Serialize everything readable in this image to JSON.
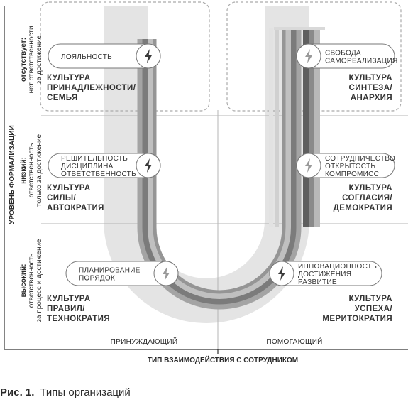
{
  "axes": {
    "y_title": "УРОВЕНЬ ФОРМАЛИЗАЦИИ",
    "x_title": "ТИП ВЗАИМОДЕЙСТВИЯ С СОТРУДНИКОМ",
    "x_left": "ПРИНУЖДАЮЩИЙ",
    "x_right": "ПОМОГАЮЩИЙ"
  },
  "rows": [
    {
      "bold": "отсутствует:",
      "l2": "нет ответственности",
      "l3": "за достижение"
    },
    {
      "bold": "низкий:",
      "l2": "ответственность",
      "l3": "только за достижение"
    },
    {
      "bold": "высокий:",
      "l2": "ответственность",
      "l3": "за процесс и достижение"
    }
  ],
  "cultures": [
    {
      "lines": [
        "КУЛЬТУРА",
        "ПРИНАДЛЕЖНОСТИ/",
        "СЕМЬЯ"
      ]
    },
    {
      "lines": [
        "КУЛЬТУРА",
        "СИНТЕЗА/",
        "АНАРХИЯ"
      ]
    },
    {
      "lines": [
        "КУЛЬТУРА",
        "СИЛЫ/",
        "АВТОКРАТИЯ"
      ]
    },
    {
      "lines": [
        "КУЛЬТУРА",
        "СОГЛАСИЯ/",
        "ДЕМОКРАТИЯ"
      ]
    },
    {
      "lines": [
        "КУЛЬТУРА",
        "ПРАВИЛ/",
        "ТЕХНОКРАТИЯ"
      ]
    },
    {
      "lines": [
        "КУЛЬТУРА",
        "УСПЕХА/",
        "МЕРИТОКРАТИЯ"
      ]
    }
  ],
  "pills": [
    {
      "lines": [
        "ЛОЯЛЬНОСТЬ"
      ]
    },
    {
      "lines": [
        "СВОБОДА",
        "САМОРЕАЛИЗАЦИЯ"
      ]
    },
    {
      "lines": [
        "РЕШИТЕЛЬНОСТЬ",
        "ДИСЦИПЛИНА",
        "ОТВЕТСТВЕННОСТЬ"
      ]
    },
    {
      "lines": [
        "СОТРУДНИЧЕСТВО",
        "ОТКРЫТОСТЬ",
        "КОМПРОМИСС"
      ]
    },
    {
      "lines": [
        "ПЛАНИРОВАНИЕ",
        "ПОРЯДОК"
      ]
    },
    {
      "lines": [
        "ИННОВАЦИОННОСТЬ",
        "ДОСТИЖЕНИЯ",
        "РАЗВИТИЕ"
      ]
    }
  ],
  "caption": {
    "label": "Рис. 1.",
    "text": "Типы организаций"
  },
  "colors": {
    "band": "#e4e4e4",
    "track_dark": "#6d6d6d",
    "track_mid": "#8e8e8e",
    "track_light": "#b6b6b6"
  }
}
